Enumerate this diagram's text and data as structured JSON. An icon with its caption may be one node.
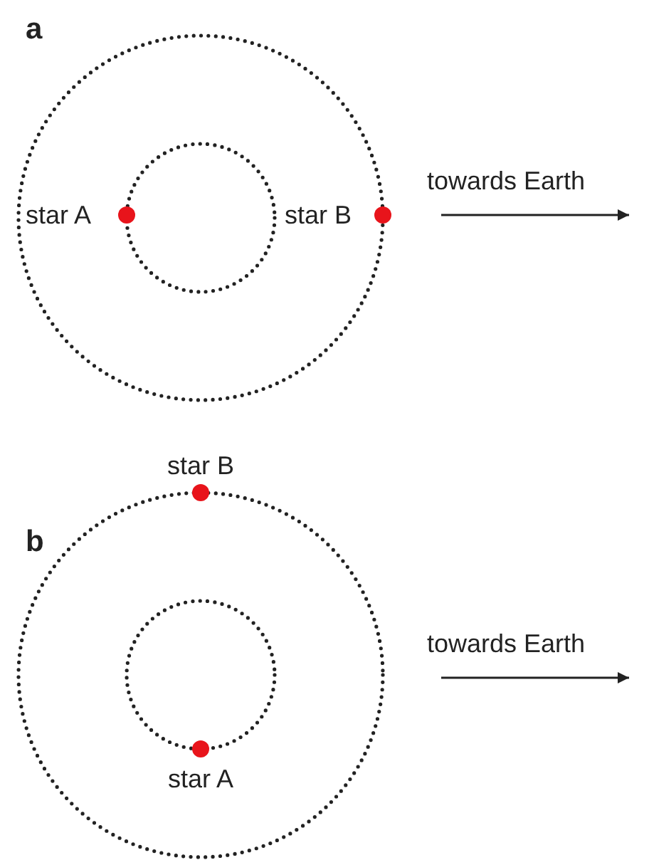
{
  "diagram": {
    "labels": [
      "a",
      "star A",
      "star B",
      "towards Earth",
      "b",
      "star B",
      "star A",
      "towards Earth"
    ]
  }
}
